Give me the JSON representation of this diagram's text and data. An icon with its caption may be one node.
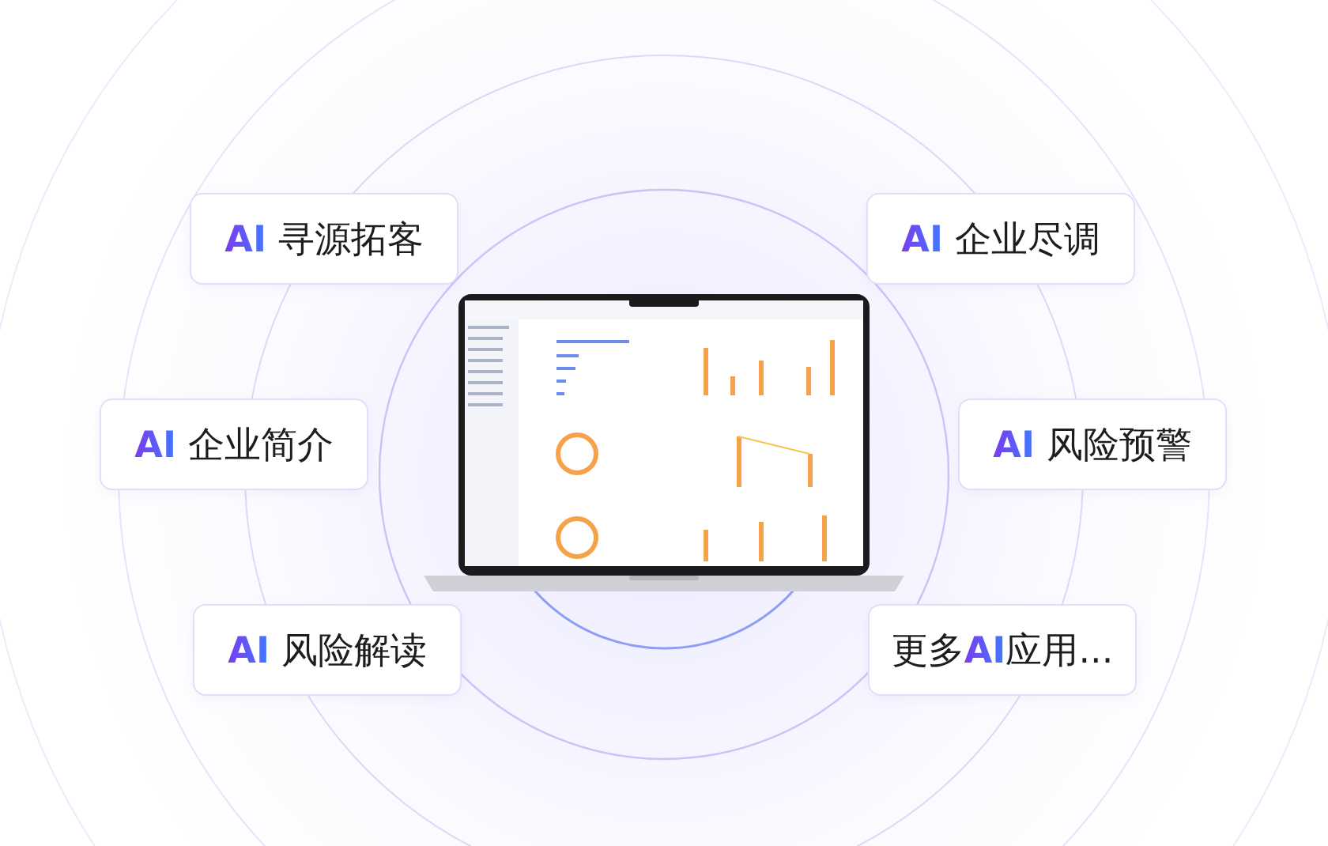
{
  "diagram": {
    "nodes": [
      {
        "text": [
          "**AI** 寻源拓客"
        ]
      },
      {
        "text": [
          "**AI** 企业尽调"
        ]
      },
      {
        "text": [
          "**AI** 企业简介"
        ]
      },
      {
        "text": [
          "**AI** 风险预警"
        ]
      },
      {
        "text": [
          "**AI** 风险解读"
        ]
      },
      {
        "text": [
          "更多**AI**应用..."
        ]
      }
    ]
  }
}
